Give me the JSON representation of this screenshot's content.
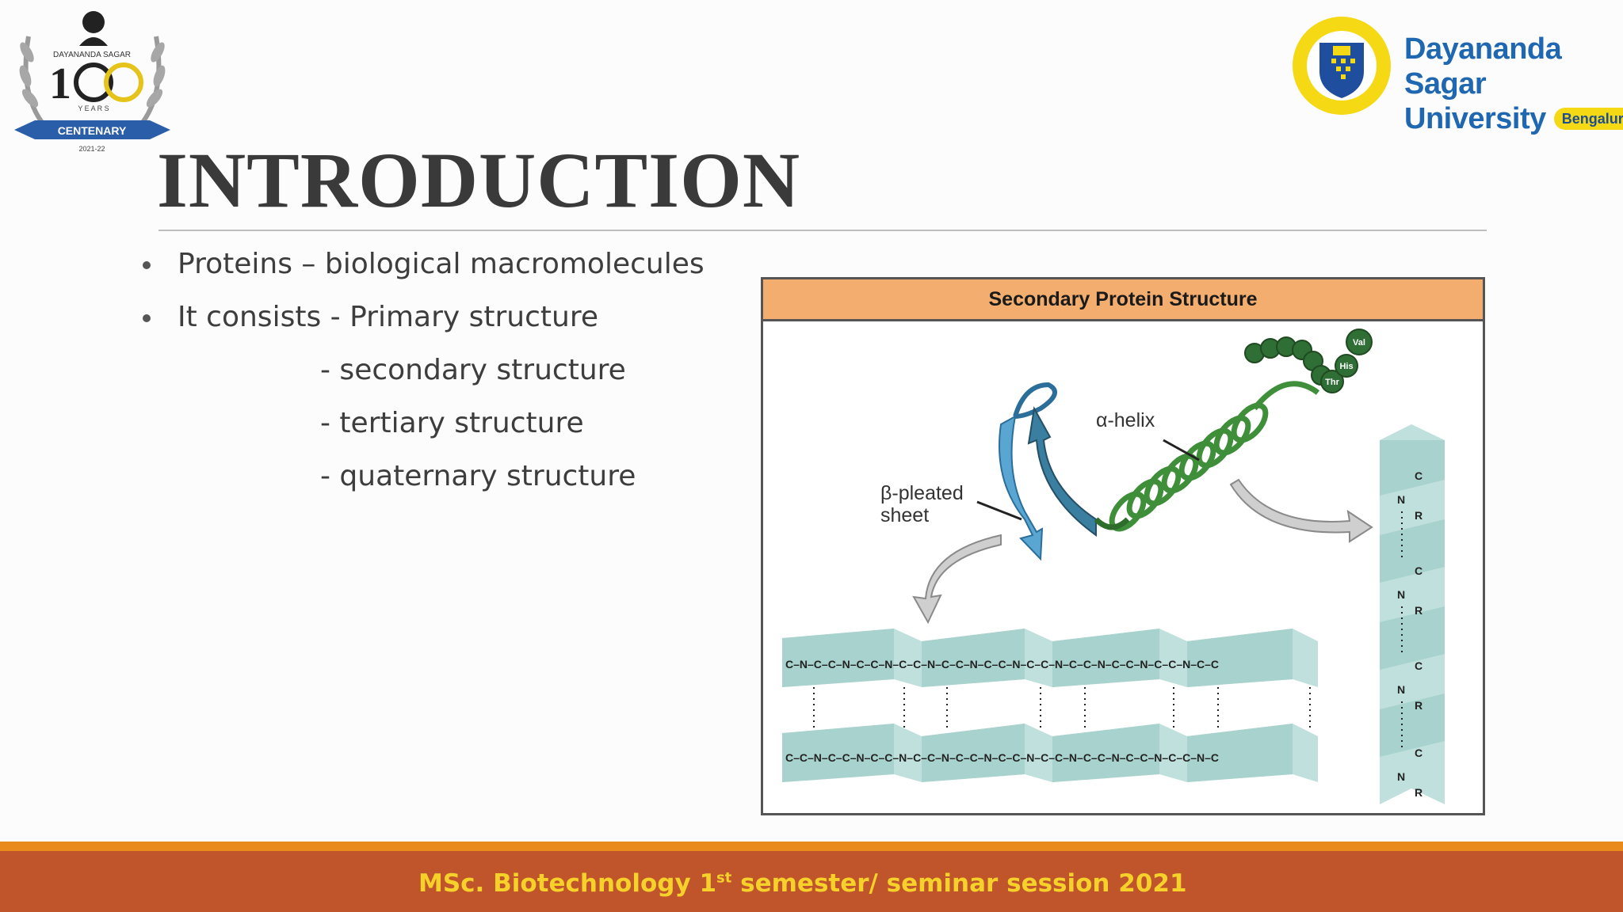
{
  "logos": {
    "centenary": {
      "top_text": "DAYANANDA SAGAR",
      "number": "100",
      "years": "Y E A R S",
      "ribbon": "CENTENARY",
      "dates": "2021-22"
    },
    "university": {
      "line1": "Dayananda Sagar",
      "line2": "University",
      "city": "Bengaluru"
    }
  },
  "slide": {
    "title": "INTRODUCTION",
    "bullets": [
      "Proteins – biological macromolecules",
      "It consists - Primary structure"
    ],
    "sub_items": [
      "- secondary structure",
      "- tertiary structure",
      "- quaternary structure"
    ]
  },
  "figure": {
    "header": "Secondary Protein Structure",
    "label_helix": "α-helix",
    "label_sheet_1": "β-pleated",
    "label_sheet_2": "sheet",
    "residues": [
      "Val",
      "His",
      "Thr"
    ],
    "colors": {
      "header_bg": "#f3ad6f",
      "helix": "#3f8f3a",
      "sheet": "#6aaed6",
      "band": "#bfe0dc"
    }
  },
  "footer": {
    "prefix": "MSc. Biotechnology 1",
    "superscript": "st",
    "suffix": " semester/ seminar session 2021"
  }
}
